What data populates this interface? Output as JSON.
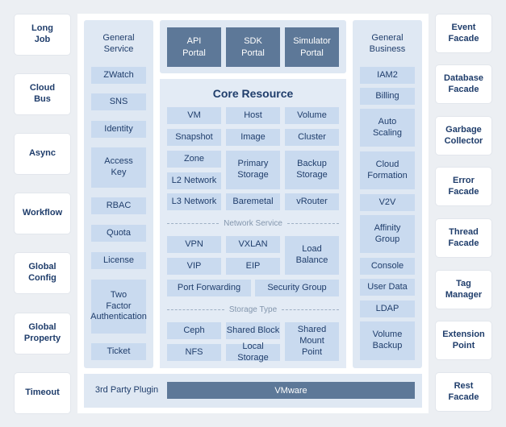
{
  "left_column": [
    {
      "label": "Long\nJob"
    },
    {
      "label": "Cloud\nBus"
    },
    {
      "label": "Async"
    },
    {
      "label": "Workflow"
    },
    {
      "label": "Global\nConfig"
    },
    {
      "label": "Global\nProperty"
    },
    {
      "label": "Timeout"
    }
  ],
  "right_column": [
    {
      "label": "Event\nFacade"
    },
    {
      "label": "Database\nFacade"
    },
    {
      "label": "Garbage\nCollector"
    },
    {
      "label": "Error\nFacade"
    },
    {
      "label": "Thread\nFacade"
    },
    {
      "label": "Tag\nManager"
    },
    {
      "label": "Extension\nPoint"
    },
    {
      "label": "Rest\nFacade"
    }
  ],
  "general_service": {
    "title": "General\nService",
    "items": [
      "ZWatch",
      "SNS",
      "Identity",
      "Access\nKey",
      "RBAC",
      "Quota",
      "License",
      "Two\nFactor\nAuthentication",
      "Ticket"
    ]
  },
  "general_business": {
    "title": "General\nBusiness",
    "items": [
      "IAM2",
      "Billing",
      "Auto\nScaling",
      "Cloud\nFormation",
      "V2V",
      "Affinity\nGroup",
      "Console",
      "User Data",
      "LDAP",
      "Volume\nBackup"
    ]
  },
  "portals": [
    "API\nPortal",
    "SDK\nPortal",
    "Simulator\nPortal"
  ],
  "core": {
    "title": "Core Resource",
    "cells": {
      "vm": "VM",
      "host": "Host",
      "volume": "Volume",
      "snapshot": "Snapshot",
      "image": "Image",
      "cluster": "Cluster",
      "zone": "Zone",
      "primary_storage": "Primary\nStorage",
      "backup_storage": "Backup\nStorage",
      "l2_network": "L2 Network",
      "l3_network": "L3 Network",
      "baremetal": "Baremetal",
      "vrouter": "vRouter"
    },
    "network_service": {
      "title": "Network Service",
      "vpn": "VPN",
      "vxlan": "VXLAN",
      "load_balance": "Load\nBalance",
      "vip": "VIP",
      "eip": "EIP",
      "port_forwarding": "Port Forwarding",
      "security_group": "Security Group"
    },
    "storage_type": {
      "title": "Storage Type",
      "ceph": "Ceph",
      "shared_block": "Shared Block",
      "shared_mount_point": "Shared\nMount\nPoint",
      "nfs": "NFS",
      "local_storage": "Local Storage"
    }
  },
  "plugin": {
    "label": "3rd Party Plugin",
    "vmware": "VMware"
  },
  "colors": {
    "background": "#eceff3",
    "cell": "#c9daef",
    "portal": "#5d7898",
    "text": "#1f3d6b"
  }
}
